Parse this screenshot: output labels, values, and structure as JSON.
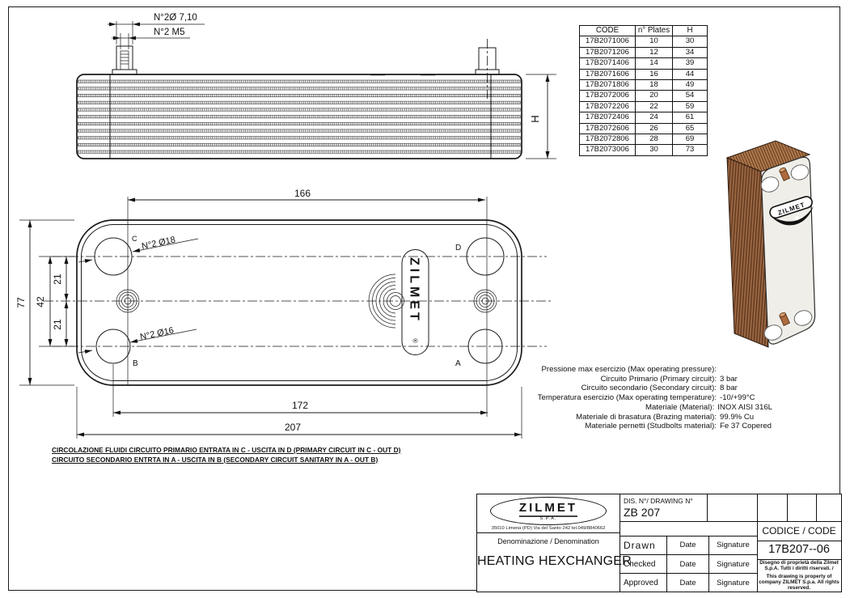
{
  "side_view": {
    "dim_stud_diameter": "N°2Ø 7,10",
    "dim_stud_thread": "N°2 M5",
    "dim_height": "H"
  },
  "plates_table": {
    "headers": [
      "CODE",
      "n° Plates",
      "H"
    ],
    "rows": [
      [
        "17B2071006",
        "10",
        "30"
      ],
      [
        "17B2071206",
        "12",
        "34"
      ],
      [
        "17B2071406",
        "14",
        "39"
      ],
      [
        "17B2071606",
        "16",
        "44"
      ],
      [
        "17B2071806",
        "18",
        "49"
      ],
      [
        "17B2072006",
        "20",
        "54"
      ],
      [
        "17B2072206",
        "22",
        "59"
      ],
      [
        "17B2072406",
        "24",
        "61"
      ],
      [
        "17B2072606",
        "26",
        "65"
      ],
      [
        "17B2072806",
        "28",
        "69"
      ],
      [
        "17B2073006",
        "30",
        "73"
      ]
    ]
  },
  "front_view": {
    "dim_ports_horizontal": "166",
    "dim_outer_ports_width": "172",
    "dim_total_width": "207",
    "dim_total_height": "77",
    "dim_ports_vertical": "42",
    "dim_offset_top": "21",
    "dim_offset_bottom": "21",
    "port_top_left": "C",
    "port_top_right": "D",
    "port_bottom_left": "B",
    "port_bottom_right": "A",
    "callout_top_ports": "N°2 Ø18",
    "callout_bottom_ports": "N°2 Ø16",
    "logo_text": "ZILMET",
    "logo_reg": "®"
  },
  "photo": {
    "logo_text": "ZILMET"
  },
  "specs": {
    "rows": [
      {
        "label": "Pressione max esercizio (Max operating pressure):",
        "value": ""
      },
      {
        "label": "Circuito Primario (Primary circuit):",
        "value": "3 bar"
      },
      {
        "label": "Circuito secondario (Secondary circuit):",
        "value": "8 bar"
      },
      {
        "label": "Temperatura esercizio (Max operating temperature):",
        "value": "-10/+99°C"
      },
      {
        "label": "Materiale (Material):",
        "value": "INOX AISI 316L"
      },
      {
        "label": "Materiale di brasatura (Brazing material):",
        "value": "99.9% Cu"
      },
      {
        "label": "Materiale pernetti (Studbolts material):",
        "value": "Fe 37 Copered"
      }
    ]
  },
  "notes": {
    "line1": "CIRCOLAZIONE FLUIDI CIRCUITO PRIMARIO ENTRATA IN C - USCITA IN D (PRIMARY CIRCUIT IN C - OUT D)",
    "line2": "CIRCUITO SECONDARIO ENTRTA IN A - USCITA IN B (SECONDARY CIRCUIT SANITARY IN A - OUT B)"
  },
  "title_block": {
    "logo_text": "ZILMET",
    "logo_sub": "S.P.A.",
    "address": "35010 Limena (PD) Via del Santo 242 tel.049/8840662",
    "denomination_label": "Denominazione / Denomination",
    "denomination_value": "HEATING HEXCHANGER",
    "drawing_no_label": "DIS. N°/ DRAWING N°",
    "drawing_no_value": "ZB 207",
    "approval_rows": [
      {
        "role": "Drawn",
        "date": "Date",
        "signature": "Signature"
      },
      {
        "role": "Checked",
        "date": "Date",
        "signature": "Signature"
      },
      {
        "role": "Approved",
        "date": "Date",
        "signature": "Signature"
      }
    ],
    "code_label": "CODICE / CODE",
    "code_value": "17B207--06",
    "copyright_it": "Disegno di proprietà della Zilmet S.p.A. Tutti i diritti riservati. /",
    "copyright_en": "This drawing is property of company ZILMET S.p.a. All rights reserved."
  },
  "colors": {
    "line": "#1a1a1a",
    "copper": "#9c6642",
    "copper_dark": "#59351c",
    "copper_light": "#b07a50",
    "front_face": "#f0eee8"
  }
}
